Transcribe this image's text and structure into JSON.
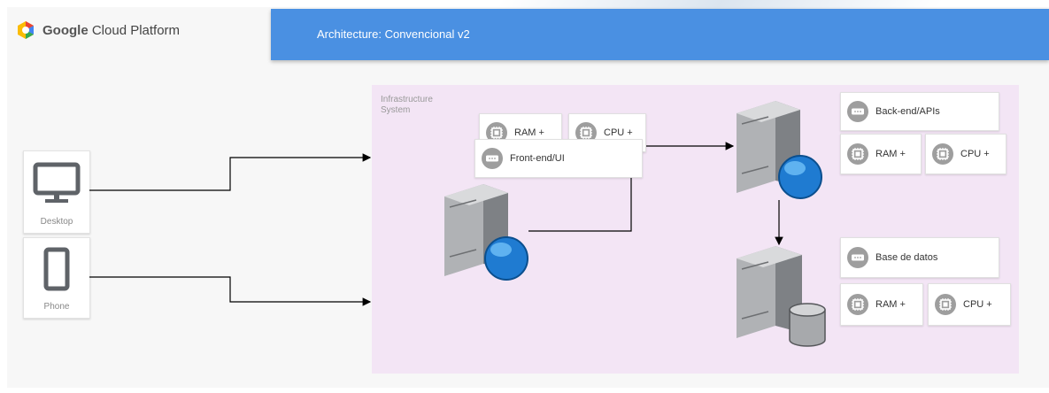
{
  "brand": {
    "name_bold": "Google",
    "name_rest": "Cloud Platform",
    "logo_icon": "gcp-hexagon-logo"
  },
  "header": {
    "title": "Architecture: Convencional v2",
    "bg_color": "#4a90e2"
  },
  "devices": [
    {
      "label": "Desktop",
      "icon": "monitor-icon"
    },
    {
      "label": "Phone",
      "icon": "phone-icon"
    }
  ],
  "infrastructure": {
    "label_line1": "Infrastructure",
    "label_line2": "System",
    "bg_color": "#f3e5f5"
  },
  "frontend": {
    "title": "Front-end/UI",
    "ram": "RAM +",
    "cpu": "CPU +",
    "server_icon": "server-web-icon"
  },
  "backend": {
    "title": "Back-end/APIs",
    "ram": "RAM +",
    "cpu": "CPU +",
    "server_icon": "server-web-icon"
  },
  "database": {
    "title": "Base de datos",
    "ram": "RAM +",
    "cpu": "CPU +",
    "server_icon": "server-database-icon"
  },
  "colors": {
    "accent_blue": "#1f7bd1",
    "chip_icon": "#9e9e9e",
    "wire": "#000000"
  }
}
